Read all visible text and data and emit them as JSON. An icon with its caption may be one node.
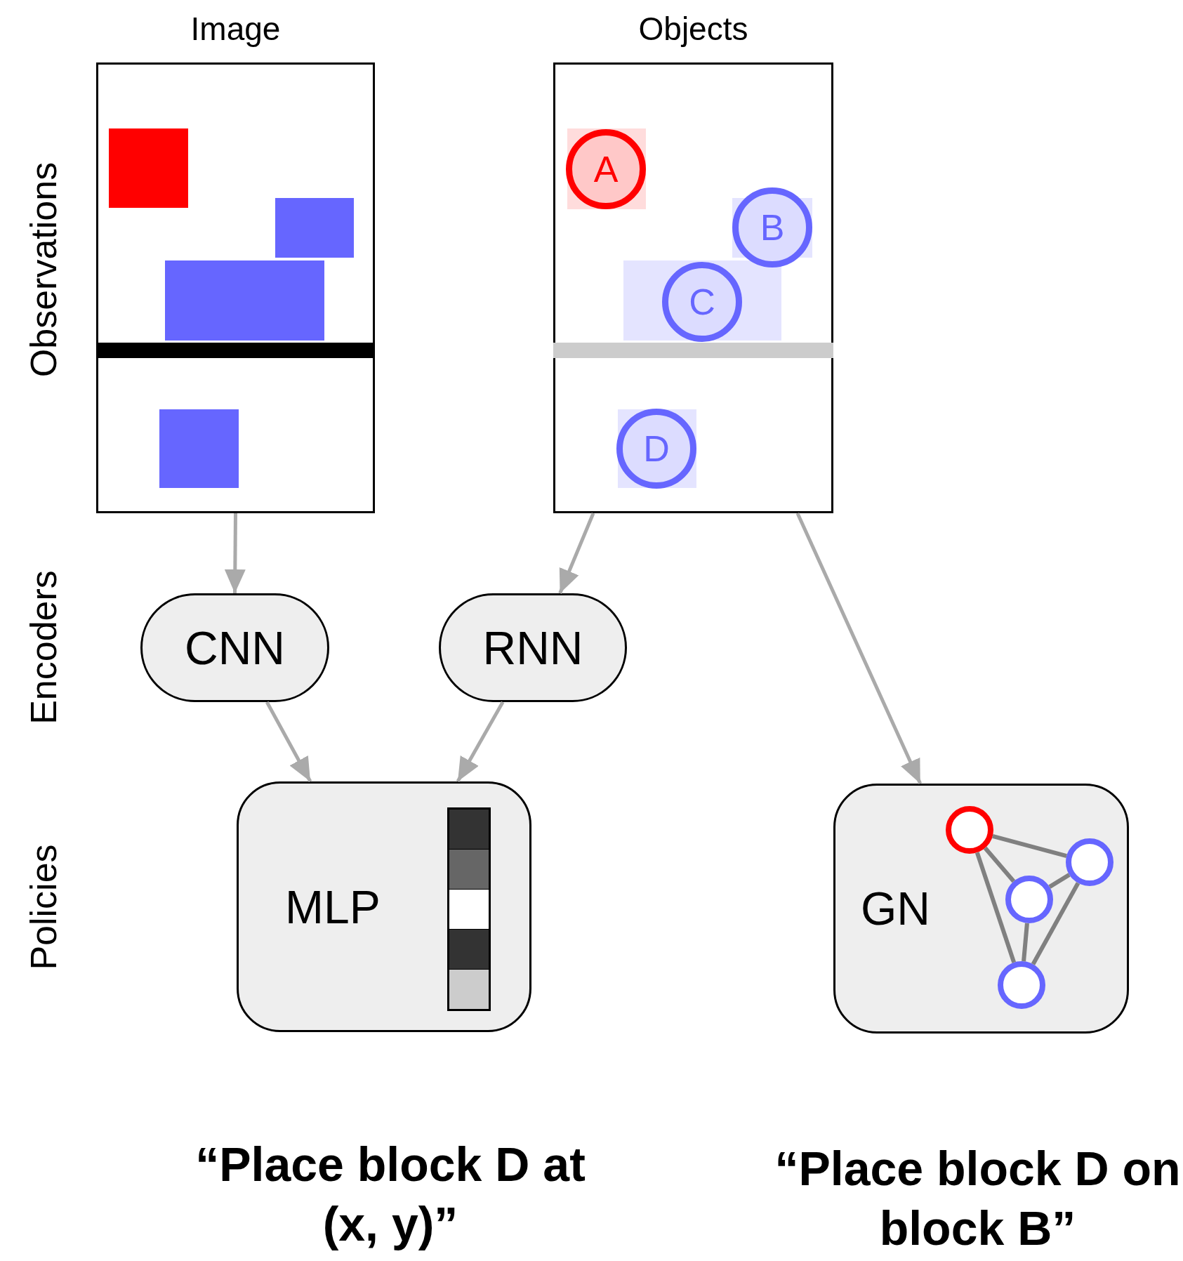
{
  "diagram": {
    "nodes": [
      {
        "text": [
          "Image"
        ]
      },
      {
        "text": [
          "Objects"
        ]
      },
      {
        "text": [
          "A"
        ],
        "in": 1
      },
      {
        "text": [
          "B"
        ],
        "in": 1
      },
      {
        "text": [
          "C"
        ],
        "in": 1
      },
      {
        "text": [
          "D"
        ],
        "in": 1
      },
      {
        "text": [
          "CNN"
        ]
      },
      {
        "text": [
          "RNN"
        ]
      },
      {
        "text": [
          "MLP"
        ]
      },
      {
        "text": [
          "GN"
        ]
      },
      {
        "text": [],
        "shape": "circle",
        "in": 9
      },
      {
        "text": [],
        "shape": "circle",
        "in": 9
      },
      {
        "text": [],
        "shape": "circle",
        "in": 9
      },
      {
        "text": [],
        "shape": "circle",
        "in": 9
      }
    ],
    "edges": [
      {
        "from": 0,
        "to": 6,
        "arrow": "to"
      },
      {
        "from": 1,
        "to": 7,
        "arrow": "to"
      },
      {
        "from": 1,
        "to": 9,
        "arrow": "to"
      },
      {
        "from": 6,
        "to": 8,
        "arrow": "to"
      },
      {
        "from": 7,
        "to": 8,
        "arrow": "to"
      },
      {
        "from": 10,
        "to": 13,
        "arrow": "none",
        "color": "#808080"
      },
      {
        "from": 10,
        "to": 12,
        "arrow": "none",
        "color": "#808080"
      },
      {
        "from": 10,
        "to": 11,
        "arrow": "none",
        "color": "#808080"
      },
      {
        "from": 12,
        "to": 13,
        "arrow": "none",
        "color": "#808080"
      },
      {
        "from": 12,
        "to": 11,
        "arrow": "none",
        "color": "#808080"
      },
      {
        "from": 13,
        "to": 11,
        "arrow": "none",
        "color": "#808080"
      }
    ],
    "labels": [
      "Observations",
      "Encoders",
      "Policies",
      "“Place block D at (x, y)”",
      "“Place block D on block B”"
    ]
  }
}
